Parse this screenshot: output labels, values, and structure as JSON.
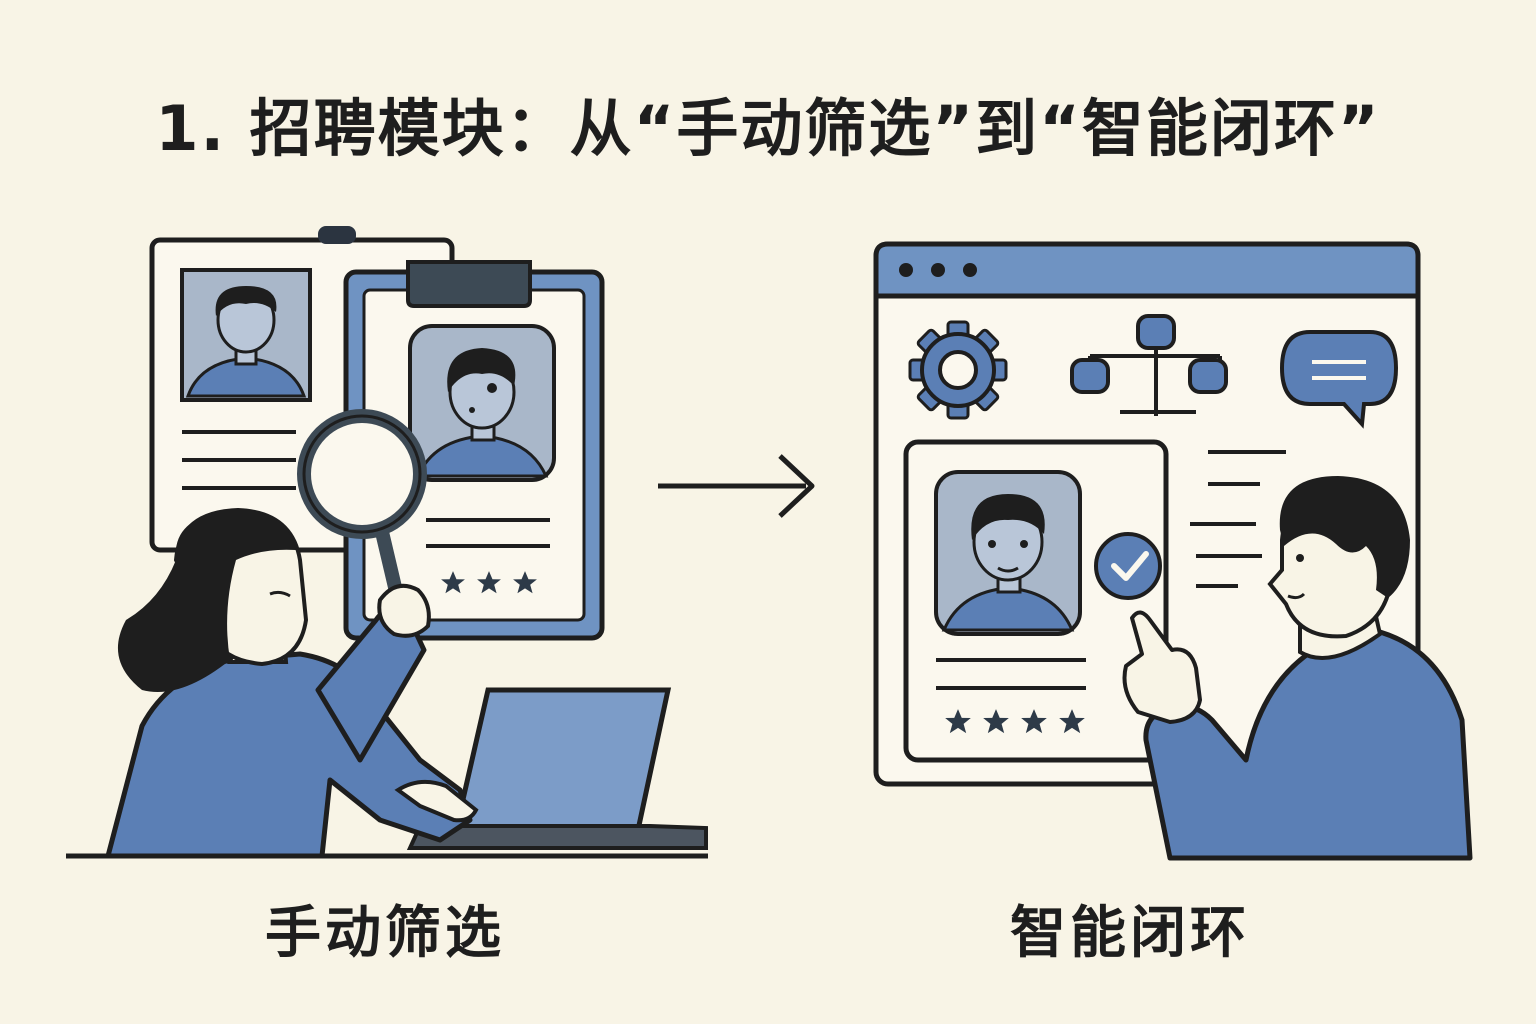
{
  "title": "1. 招聘模块：从“手动筛选”到“智能闭环”",
  "left_caption": "手动筛选",
  "right_caption": "智能闭环",
  "colors": {
    "background": "#f8f4e6",
    "ink": "#1e1e1e",
    "blue": "#5b7fb5",
    "light_blue": "#8aa6cc",
    "pale_blue": "#b9c6d8",
    "dark_slate": "#3d4a55"
  },
  "left_panel": {
    "icons": [
      "resume-card-icon",
      "clipboard-icon",
      "magnifier-icon",
      "laptop-icon",
      "person-icon"
    ],
    "candidate_rating_stars": 3
  },
  "right_panel": {
    "icons": [
      "browser-window-icon",
      "gear-icon",
      "flowchart-icon",
      "chat-bubble-icon",
      "check-badge-icon",
      "person-icon"
    ],
    "candidate_rating_stars": 4
  },
  "arrow": "right-arrow-icon"
}
